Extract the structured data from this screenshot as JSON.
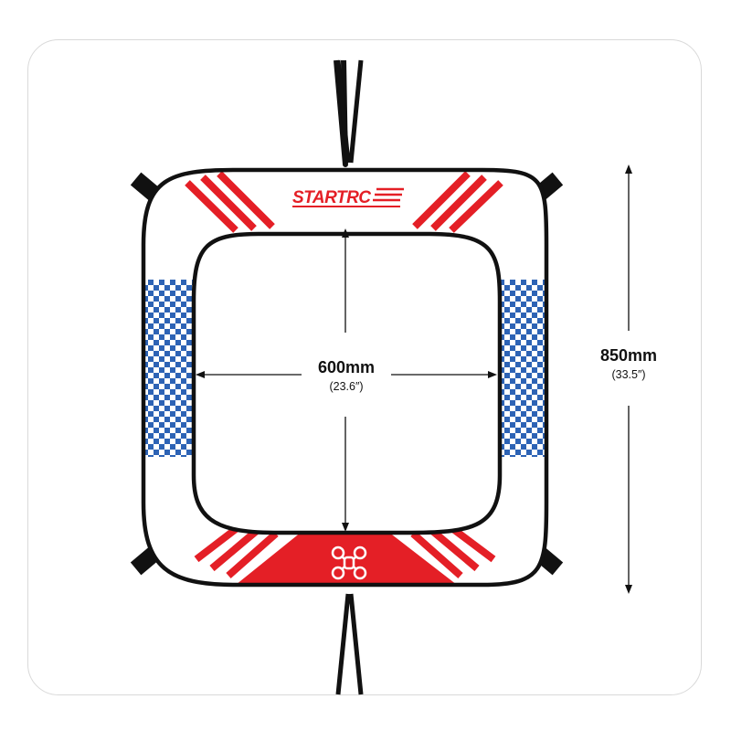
{
  "product": {
    "brand_logo": "STARTRC",
    "center_icon": "drone-icon"
  },
  "dimensions": {
    "inner": {
      "value": "600mm",
      "imperial": "(23.6″)"
    },
    "outer": {
      "value": "850mm",
      "imperial": "(33.5″)"
    }
  },
  "colors": {
    "frame_border": "#111111",
    "stripe_red": "#e41f26",
    "checker_blue": "#2d63b5",
    "strap_black": "#111111"
  }
}
